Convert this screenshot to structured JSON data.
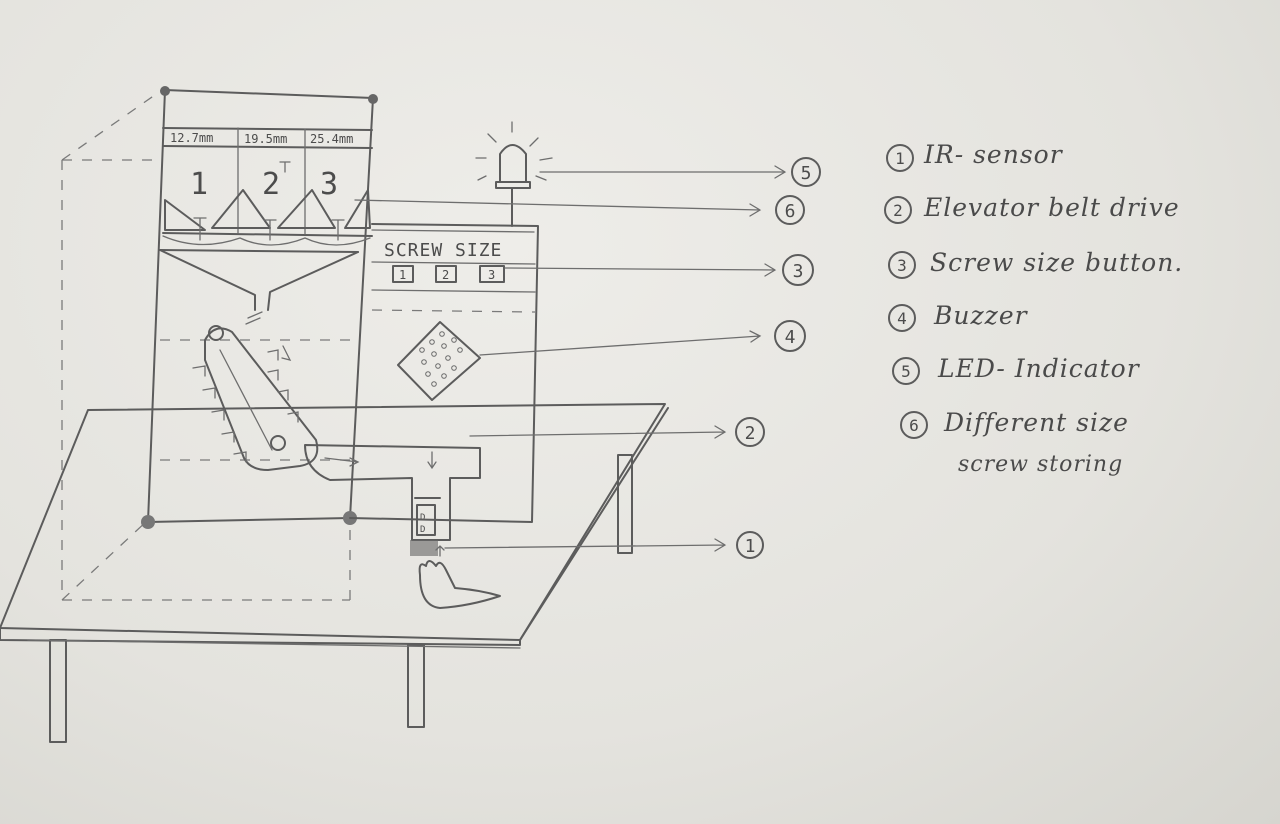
{
  "drawing": {
    "bin_sizes": [
      "12.7mm",
      "19.5mm",
      "25.4mm"
    ],
    "bin_numbers": [
      "1",
      "2",
      "3"
    ],
    "panel_title": "SCREW SIZE",
    "panel_buttons": [
      "1",
      "2",
      "3"
    ],
    "callout_numbers": [
      "5",
      "6",
      "3",
      "4",
      "2",
      "1"
    ]
  },
  "legend": [
    {
      "number": "1",
      "label": "IR- sensor"
    },
    {
      "number": "2",
      "label": "Elevator belt drive"
    },
    {
      "number": "3",
      "label": "Screw size button."
    },
    {
      "number": "4",
      "label": "Buzzer"
    },
    {
      "number": "5",
      "label": "LED- Indicator"
    },
    {
      "number": "6",
      "label": "Different size",
      "label_line2": "screw storing"
    }
  ]
}
